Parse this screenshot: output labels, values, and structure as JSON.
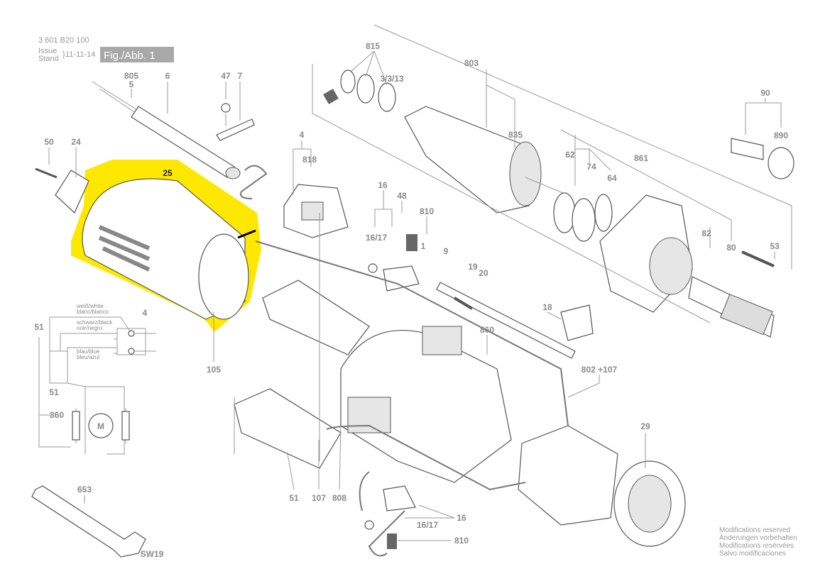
{
  "header": {
    "part_number": "3 601 B20 100",
    "issue_label": "Issue",
    "stand_label": "Stand",
    "date": "11-11-14",
    "figure": "Fig./Abb. 1"
  },
  "highlight_color": "#ffe800",
  "highlighted_part": "25",
  "labels": {
    "l815": "815",
    "l3313": "3/3/13",
    "l803": "803",
    "l835": "835",
    "l805": "805",
    "l5": "5",
    "l6": "6",
    "l47": "47",
    "l7": "7",
    "l4": "4",
    "l818": "818",
    "l50": "50",
    "l24": "24",
    "l25": "25",
    "l90": "90",
    "l890": "890",
    "l62": "62",
    "l74": "74",
    "l861": "861",
    "l64": "64",
    "l16a": "16",
    "l48a": "48",
    "l810a": "810",
    "l1617a": "16/17",
    "l1": "1",
    "l9": "9",
    "l82": "82",
    "l80": "80",
    "l53": "53",
    "l19": "19",
    "l20": "20",
    "l18": "18",
    "l860a": "860",
    "l802": "802 +107",
    "l105": "105",
    "l29": "29",
    "l51b": "51",
    "l107": "107",
    "l808": "808",
    "l16b": "16",
    "l1617b": "16/17",
    "l810b": "810",
    "l653": "653",
    "lsw19": "SW19"
  },
  "wiring": {
    "white": "weiß/white",
    "white2": "blanc/blanco",
    "black": "schwarz/black",
    "black2": "noir/negro",
    "blue": "blau/blue",
    "blue2": "bleu/azul",
    "switch": "4",
    "lead51a": "51",
    "lead51b": "51",
    "lead860": "860",
    "motor": "M"
  },
  "footer": {
    "mod_en": "Modifications reserved",
    "mod_de": "Änderungen vorbehalten",
    "mod_fr": "Modifications resérvées",
    "mod_es": "Salvo modificaciones"
  }
}
